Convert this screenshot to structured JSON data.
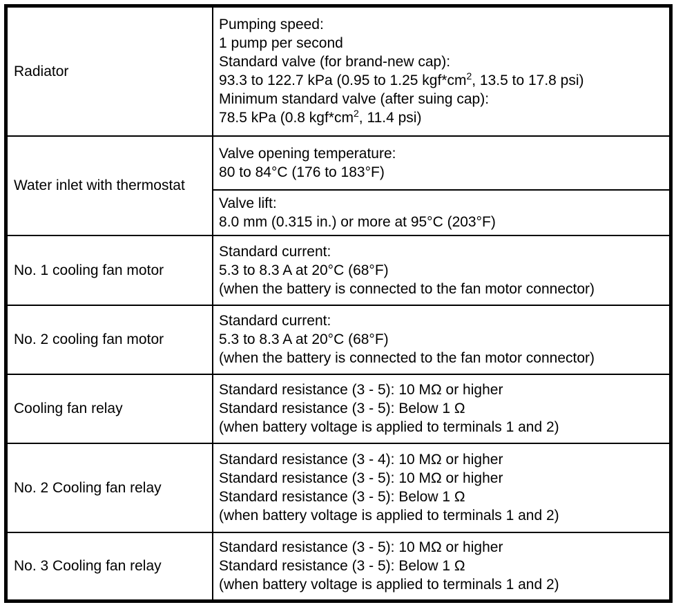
{
  "colors": {
    "border": "#000000",
    "background": "#ffffff",
    "text": "#000000"
  },
  "table": {
    "rows": [
      {
        "component": "Radiator",
        "cells": [
          {
            "lines": [
              "Pumping speed:",
              "1 pump per second",
              "Standard valve (for brand-new cap):",
              {
                "pre": "93.3 to 122.7 kPa (0.95 to 1.25 kgf*cm",
                "sup": "2",
                "post": ", 13.5 to 17.8 psi)"
              },
              "Minimum standard valve (after suing cap):",
              {
                "pre": "78.5 kPa (0.8 kgf*cm",
                "sup": "2",
                "post": ", 11.4 psi)"
              }
            ]
          }
        ]
      },
      {
        "component": "Water inlet with thermostat",
        "cells": [
          {
            "lines": [
              "Valve opening temperature:",
              "80 to 84°C (176 to 183°F)"
            ]
          },
          {
            "lines": [
              "Valve lift:",
              "8.0 mm (0.315 in.) or more at 95°C (203°F)"
            ]
          }
        ]
      },
      {
        "component": "No. 1 cooling fan motor",
        "cells": [
          {
            "lines": [
              "Standard current:",
              "5.3 to 8.3 A at 20°C (68°F)",
              "(when the battery is connected to the fan motor connector)"
            ]
          }
        ]
      },
      {
        "component": "No. 2 cooling fan motor",
        "cells": [
          {
            "lines": [
              "Standard current:",
              "5.3 to 8.3 A at 20°C (68°F)",
              "(when the battery is connected to the fan motor connector)"
            ]
          }
        ]
      },
      {
        "component": "Cooling fan relay",
        "cells": [
          {
            "lines": [
              "Standard resistance (3 - 5): 10 MΩ or higher",
              "Standard resistance (3 - 5): Below 1 Ω",
              "(when battery voltage is applied to terminals 1 and 2)"
            ]
          }
        ]
      },
      {
        "component": "No. 2 Cooling fan relay",
        "cells": [
          {
            "lines": [
              "Standard resistance (3 - 4): 10 MΩ or higher",
              "Standard resistance (3 - 5): 10 MΩ or higher",
              "Standard resistance (3 - 5): Below 1 Ω",
              "(when battery voltage is applied to terminals 1 and 2)"
            ]
          }
        ]
      },
      {
        "component": "No. 3 Cooling fan relay",
        "cells": [
          {
            "lines": [
              "Standard resistance (3 - 5): 10 MΩ or higher",
              "Standard resistance (3 - 5): Below 1 Ω",
              "(when battery voltage is applied to terminals 1 and 2)"
            ]
          }
        ]
      }
    ]
  }
}
